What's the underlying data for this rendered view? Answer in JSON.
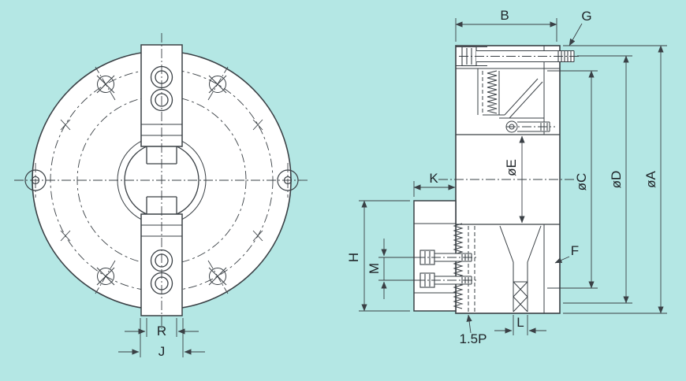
{
  "drawing": {
    "type": "technical-drawing",
    "subject": "power chuck - front view and cross-section",
    "colors": {
      "background": "#b4e7e4",
      "line": "#3a4045",
      "paper": "#ffffff"
    },
    "front_view": {
      "label_R": "R",
      "label_J": "J"
    },
    "side_view": {
      "label_B": "B",
      "label_G": "G",
      "label_K": "K",
      "label_H": "H",
      "label_M": "M",
      "label_F": "F",
      "label_L": "L",
      "label_1_5P": "1.5P",
      "label_dia_E": "øE",
      "label_dia_C": "øC",
      "label_dia_D": "øD",
      "label_dia_A": "øA"
    }
  }
}
